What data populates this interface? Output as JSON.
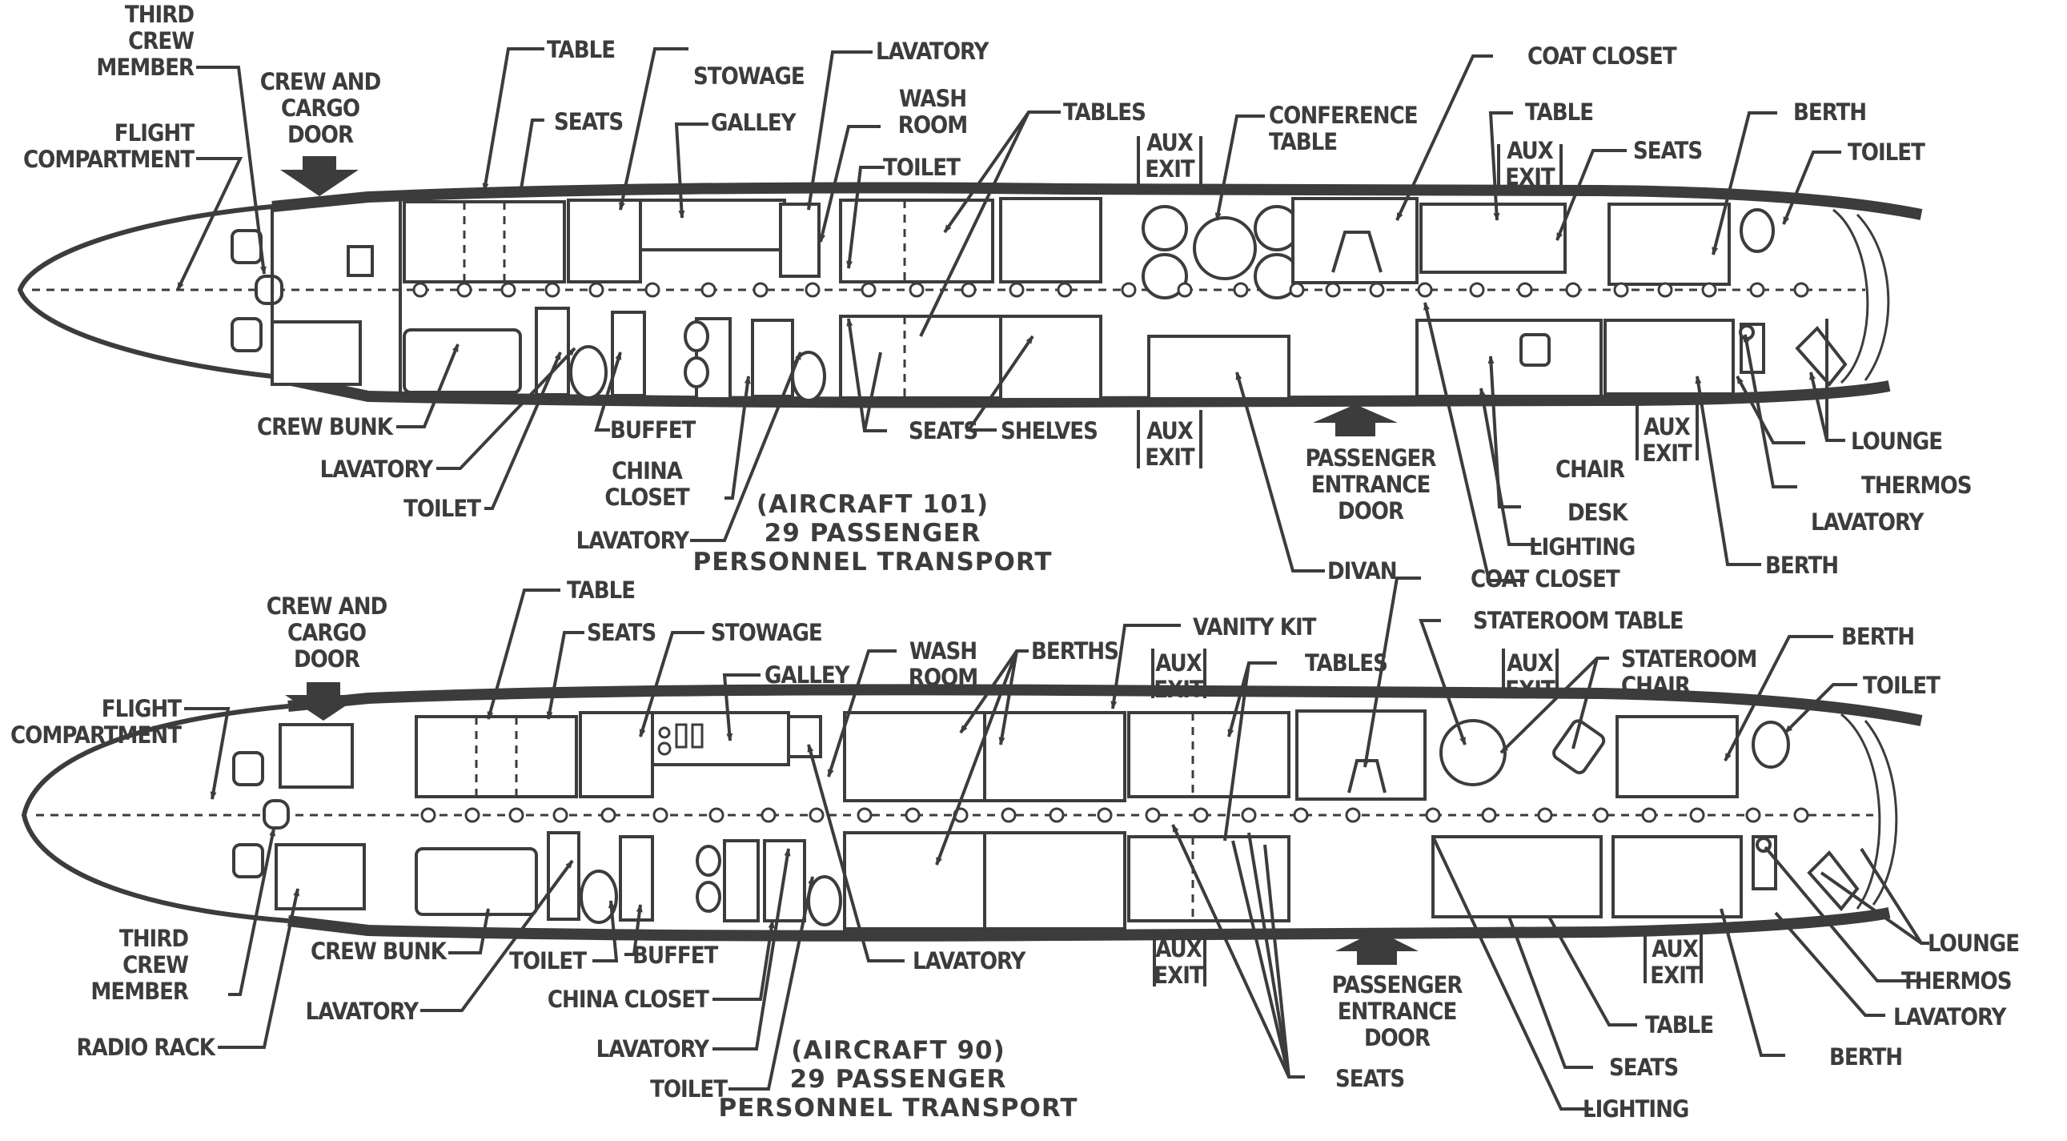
{
  "colors": {
    "ink": "#3c3c3c",
    "paper": "#ffffff"
  },
  "aircraft": [
    {
      "id": "aircraft-101",
      "caption": [
        "(AIRCRAFT 101)",
        "29 PASSENGER",
        "PERSONNEL TRANSPORT"
      ],
      "labels": {
        "third_crew_member": [
          "THIRD",
          "CREW",
          "MEMBER"
        ],
        "crew_cargo_door": [
          "CREW AND",
          "CARGO",
          "DOOR"
        ],
        "flight_compartment": [
          "FLIGHT",
          "COMPARTMENT"
        ],
        "table": "TABLE",
        "seats_fwd": "SEATS",
        "stowage": "STOWAGE",
        "galley": "GALLEY",
        "lavatory_top": "LAVATORY",
        "wash_room": [
          "WASH",
          "ROOM"
        ],
        "toilet_top": "TOILET",
        "tables": "TABLES",
        "aux_exit_top_1": [
          "AUX",
          "EXIT"
        ],
        "conference_table": [
          "CONFERENCE",
          "TABLE"
        ],
        "coat_closet": "COAT CLOSET",
        "table_aft": "TABLE",
        "aux_exit_top_2": [
          "AUX",
          "EXIT"
        ],
        "seats_aft": "SEATS",
        "berth_top": "BERTH",
        "toilet_aft": "TOILET",
        "crew_bunk": "CREW BUNK",
        "lavatory_fwd": "LAVATORY",
        "toilet_fwd": "TOILET",
        "buffet": "BUFFET",
        "china_closet": [
          "CHINA",
          "CLOSET"
        ],
        "lavatory_mid": "LAVATORY",
        "seats_mid": "SEATS",
        "shelves": "SHELVES",
        "aux_exit_bottom_1": [
          "AUX",
          "EXIT"
        ],
        "passenger_entrance_door": [
          "PASSENGER",
          "ENTRANCE",
          "DOOR"
        ],
        "divan": "DIVAN",
        "chair": "CHAIR",
        "desk": "DESK",
        "lighting": "LIGHTING",
        "aux_exit_bottom_2": [
          "AUX",
          "EXIT"
        ],
        "berth_bottom": "BERTH",
        "lounge": "LOUNGE",
        "thermos": "THERMOS",
        "lavatory_aft": "LAVATORY"
      }
    },
    {
      "id": "aircraft-90",
      "caption": [
        "(AIRCRAFT 90)",
        "29 PASSENGER",
        "PERSONNEL TRANSPORT"
      ],
      "labels": {
        "crew_cargo_door": [
          "CREW AND",
          "CARGO",
          "DOOR"
        ],
        "flight_compartment": [
          "FLIGHT",
          "COMPARTMENT"
        ],
        "table": "TABLE",
        "seats_fwd": "SEATS",
        "stowage": "STOWAGE",
        "galley": "GALLEY",
        "wash_room": [
          "WASH",
          "ROOM"
        ],
        "berths": "BERTHS",
        "vanity_kit": "VANITY KIT",
        "aux_exit_top_1": [
          "AUX",
          "EXIT"
        ],
        "tables": "TABLES",
        "coat_closet": "COAT CLOSET",
        "stateroom_table": "STATEROOM TABLE",
        "aux_exit_top_2": [
          "AUX",
          "EXIT"
        ],
        "stateroom_chair": [
          "STATEROOM",
          "CHAIR"
        ],
        "berth_top": "BERTH",
        "toilet_aft": "TOILET",
        "third_crew_member": [
          "THIRD",
          "CREW",
          "MEMBER"
        ],
        "radio_rack": "RADIO RACK",
        "crew_bunk": "CREW BUNK",
        "lavatory_fwd": "LAVATORY",
        "toilet_fwd": "TOILET",
        "buffet": "BUFFET",
        "china_closet": "CHINA CLOSET",
        "lavatory_mid": "LAVATORY",
        "toilet_mid": "TOILET",
        "lavatory_wash": "LAVATORY",
        "aux_exit_bottom_1": [
          "AUX",
          "EXIT"
        ],
        "passenger_entrance_door": [
          "PASSENGER",
          "ENTRANCE",
          "DOOR"
        ],
        "seats_mid": "SEATS",
        "lighting": "LIGHTING",
        "seats_aft": "SEATS",
        "table_aft": "TABLE",
        "aux_exit_bottom_2": [
          "AUX",
          "EXIT"
        ],
        "berth_bottom": "BERTH",
        "lavatory_aft": "LAVATORY",
        "thermos": "THERMOS",
        "lounge": "LOUNGE"
      }
    }
  ]
}
